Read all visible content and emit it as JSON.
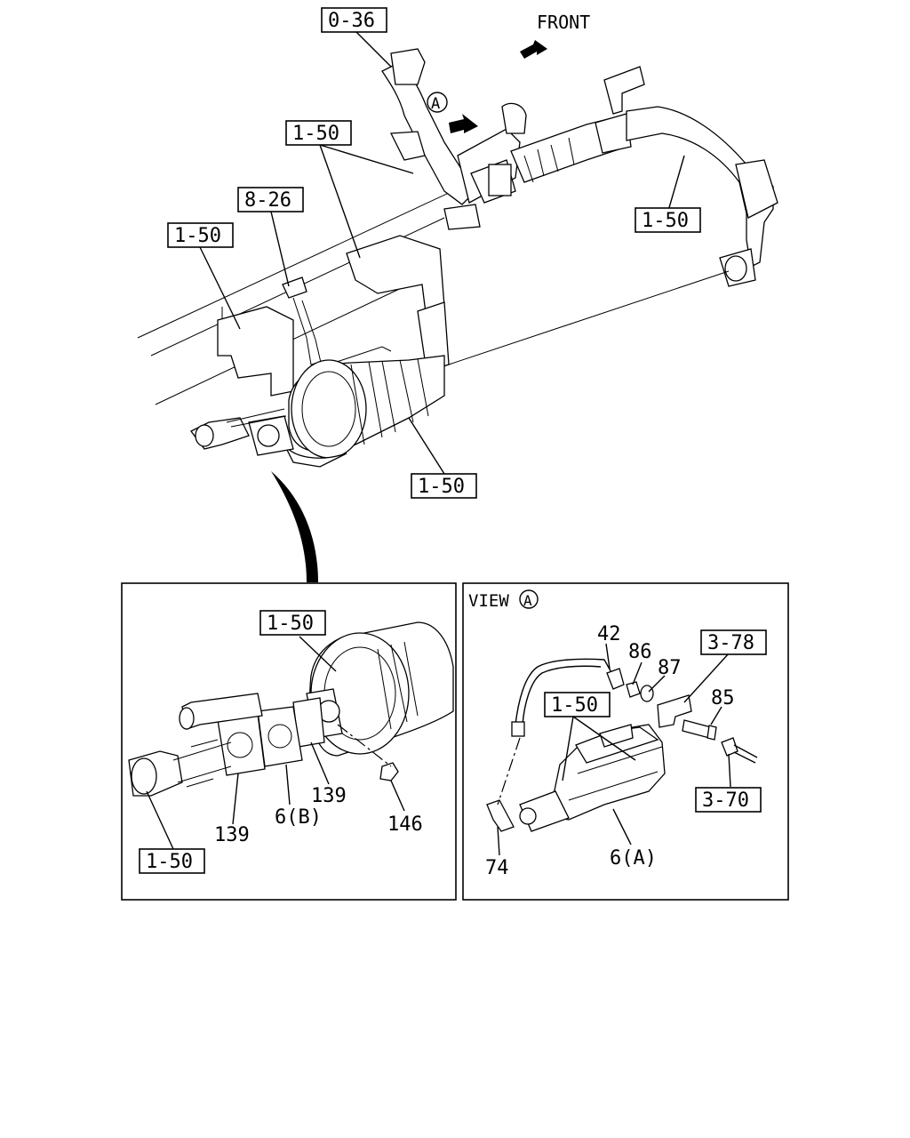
{
  "direction_label": "FRONT",
  "view_marker": "A",
  "callouts": {
    "top_0_36": "0-36",
    "top_1_50_a": "1-50",
    "top_8_26": "8-26",
    "top_1_50_b": "1-50",
    "top_1_50_c": "1-50",
    "top_1_50_d": "1-50",
    "left_1_50_a": "1-50",
    "left_1_50_b": "1-50",
    "right_3_78": "3-78",
    "right_1_50": "1-50",
    "right_3_70": "3-70"
  },
  "part_numbers": {
    "left_139_a": "139",
    "left_6b": "6(B)",
    "left_139_b": "139",
    "left_146": "146",
    "right_42": "42",
    "right_86": "86",
    "right_87": "87",
    "right_85": "85",
    "right_6a": "6(A)",
    "right_74": "74"
  },
  "view_panel": {
    "title": "VIEW",
    "marker": "A"
  }
}
